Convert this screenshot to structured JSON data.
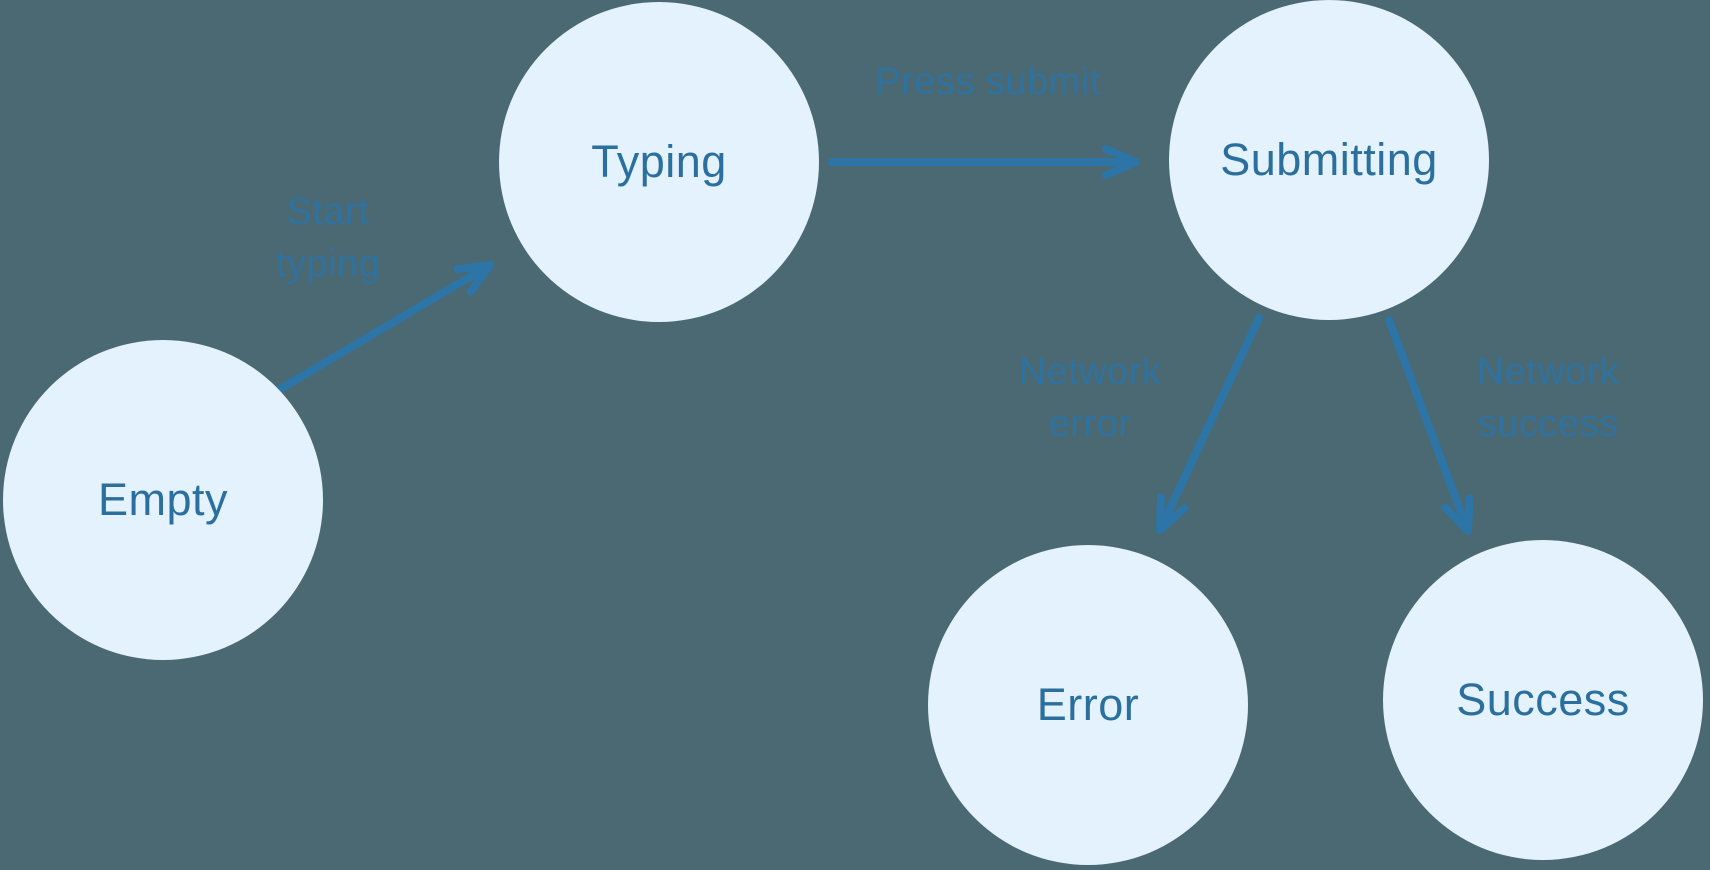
{
  "background_color": "#4b6972",
  "node_fill_color": "#e3f2fc",
  "node_text_color": "#2b6f9e",
  "arrow_color": "#2d74a7",
  "edge_label_color": "#2f729f",
  "states": [
    {
      "id": "empty",
      "label": "Empty"
    },
    {
      "id": "typing",
      "label": "Typing"
    },
    {
      "id": "submitting",
      "label": "Submitting"
    },
    {
      "id": "error",
      "label": "Error"
    },
    {
      "id": "success",
      "label": "Success"
    }
  ],
  "transitions": [
    {
      "from": "Empty",
      "to": "Typing",
      "label": "Start typing",
      "label_lines": [
        "Start",
        "typing"
      ]
    },
    {
      "from": "Typing",
      "to": "Submitting",
      "label": "Press submit",
      "label_lines": [
        "Press submit"
      ]
    },
    {
      "from": "Submitting",
      "to": "Error",
      "label": "Network error",
      "label_lines": [
        "Network",
        "error"
      ]
    },
    {
      "from": "Submitting",
      "to": "Success",
      "label": "Network success",
      "label_lines": [
        "Network",
        "success"
      ]
    }
  ]
}
